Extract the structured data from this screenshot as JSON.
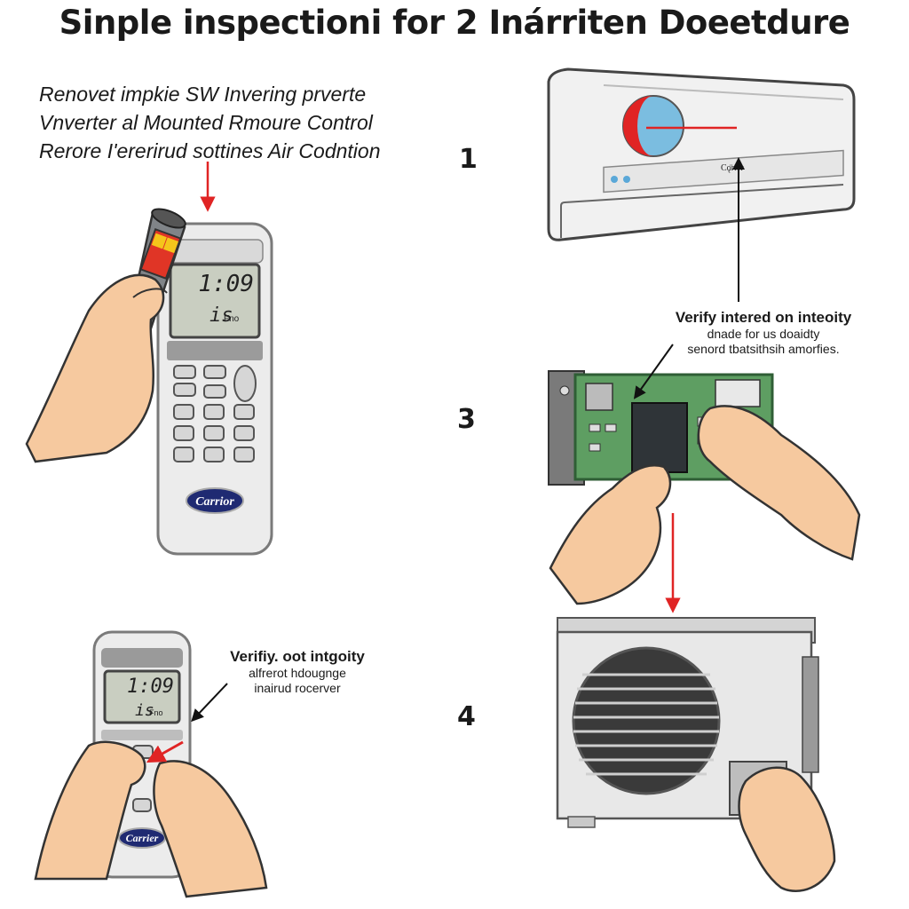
{
  "title": "Sinple inspectioni for 2 Inárriten Doeetdure",
  "intro": {
    "lines": [
      "Renovet impkie SW Invering prverte",
      "Vnverter al Mounted Rmoure Control",
      "Rerore I'ererirud sottines Air Codntion"
    ]
  },
  "steps": {
    "s1": "1",
    "s3": "3",
    "s4": "4"
  },
  "remote_top": {
    "time": "1:09",
    "mode": "is",
    "sub": "Fno",
    "brand": "Carrior"
  },
  "remote_bottom": {
    "time": "1:09",
    "mode": "is",
    "sub": "Fno",
    "brand": "Carrier"
  },
  "indoor_unit": {
    "brand": "Cǫ̈rier"
  },
  "caption_board": {
    "title": "Verify intered on inteoity",
    "line1": "dnade for us doaidty",
    "line2": "senord tbatsithsih amorfies."
  },
  "caption_remote": {
    "title": "Verifiy. oot intgoity",
    "line1": "alfrerot hdougnge",
    "line2": "inairud rocerver"
  },
  "colors": {
    "arrow_red": "#e02424",
    "pcb_green": "#5e9e62",
    "skin": "#f6c99f",
    "brand_navy": "#1f2a72"
  }
}
